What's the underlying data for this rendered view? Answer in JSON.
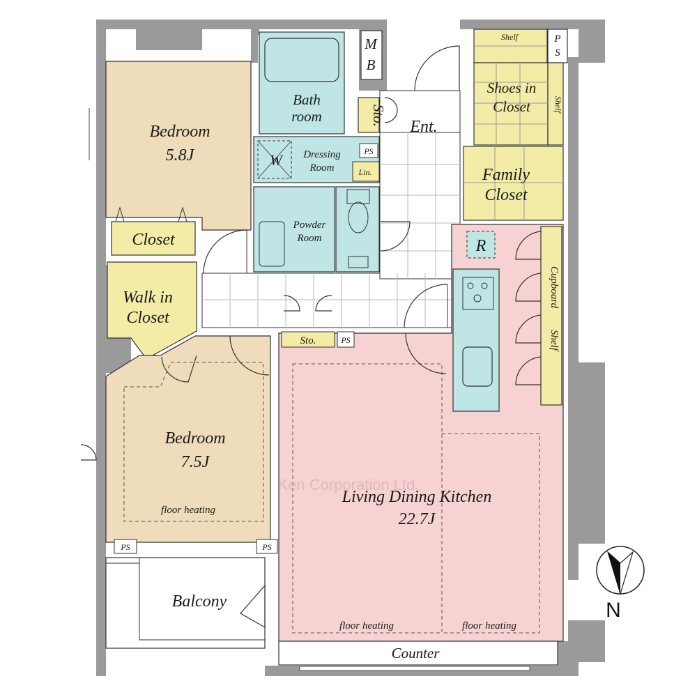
{
  "colors": {
    "wall": "#9a9a9a",
    "bedroom": "#efdcba",
    "storage": "#f3eca6",
    "wet_area": "#bfe6e4",
    "ldk": "#f6d2d2",
    "hall_tile": "#ffffff"
  },
  "rooms": {
    "bedroom1": {
      "name": "Bedroom",
      "size": "5.8J"
    },
    "bedroom2": {
      "name": "Bedroom",
      "size": "7.5J",
      "note": "floor heating"
    },
    "ldk": {
      "name": "Living Dining Kitchen",
      "size": "22.7J",
      "note_left": "floor heating",
      "note_right": "floor heating"
    },
    "bath": {
      "line1": "Bath",
      "line2": "room"
    },
    "dressing": {
      "line1": "Dressing",
      "line2": "Room"
    },
    "powder": {
      "line1": "Powder",
      "line2": "Room"
    },
    "closet": "Closet",
    "walk_in": {
      "line1": "Walk in",
      "line2": "Closet"
    },
    "shoes": {
      "line1": "Shoes in",
      "line2": "Closet"
    },
    "family": {
      "line1": "Family",
      "line2": "Closet"
    },
    "entrance": "Ent.",
    "balcony": "Balcony",
    "counter": "Counter"
  },
  "fixtures": {
    "mb": {
      "line1": "M",
      "line2": "B"
    },
    "sto_vertical": "Sto.",
    "sto_horizontal": "Sto.",
    "lin": "Lin.",
    "ps": "PS",
    "ps_spaced": {
      "line1": "P",
      "line2": "S"
    },
    "shelf": "Shelf",
    "w": "W",
    "r": "R",
    "cupboard": "Cupboard",
    "cupboard_shelf": "Shelf"
  },
  "watermark": "Ken Corporation Ltd.",
  "compass": {
    "label": "N",
    "icon": "north-arrow-icon"
  }
}
